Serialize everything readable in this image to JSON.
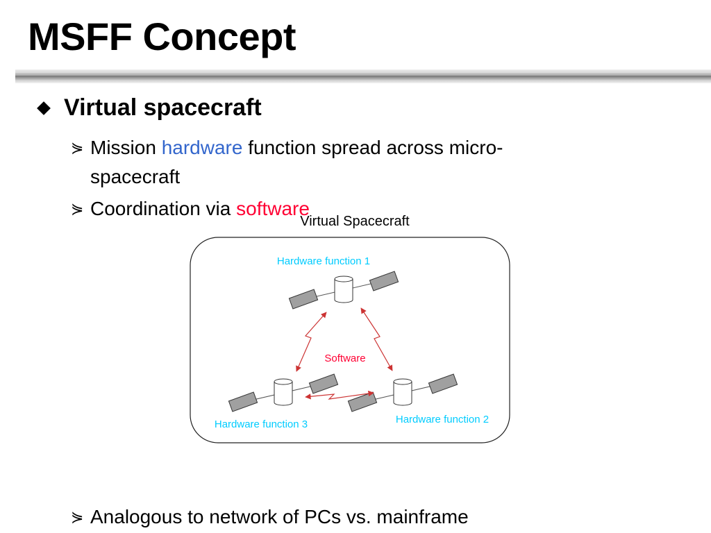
{
  "slide": {
    "title": "MSFF Concept",
    "bullet": "Virtual spacecraft",
    "sub1": {
      "prefix": "Mission ",
      "highlight": "hardware",
      "middle": " function spread across micro-",
      "cont": "spacecraft"
    },
    "sub2": {
      "prefix": "Coordination via ",
      "highlight": "software"
    },
    "sub3": "Analogous to network of PCs vs. mainframe"
  },
  "diagram": {
    "title": "Virtual Spacecraft",
    "node1": "Hardware function 1",
    "node2": "Hardware function 2",
    "node3": "Hardware function 3",
    "center": "Software"
  },
  "colors": {
    "highlight_blue": "#3366cc",
    "highlight_red": "#ff0033",
    "hw_label": "#00ccff",
    "arrow": "#cc3333",
    "panel": "#a0a0a0"
  }
}
